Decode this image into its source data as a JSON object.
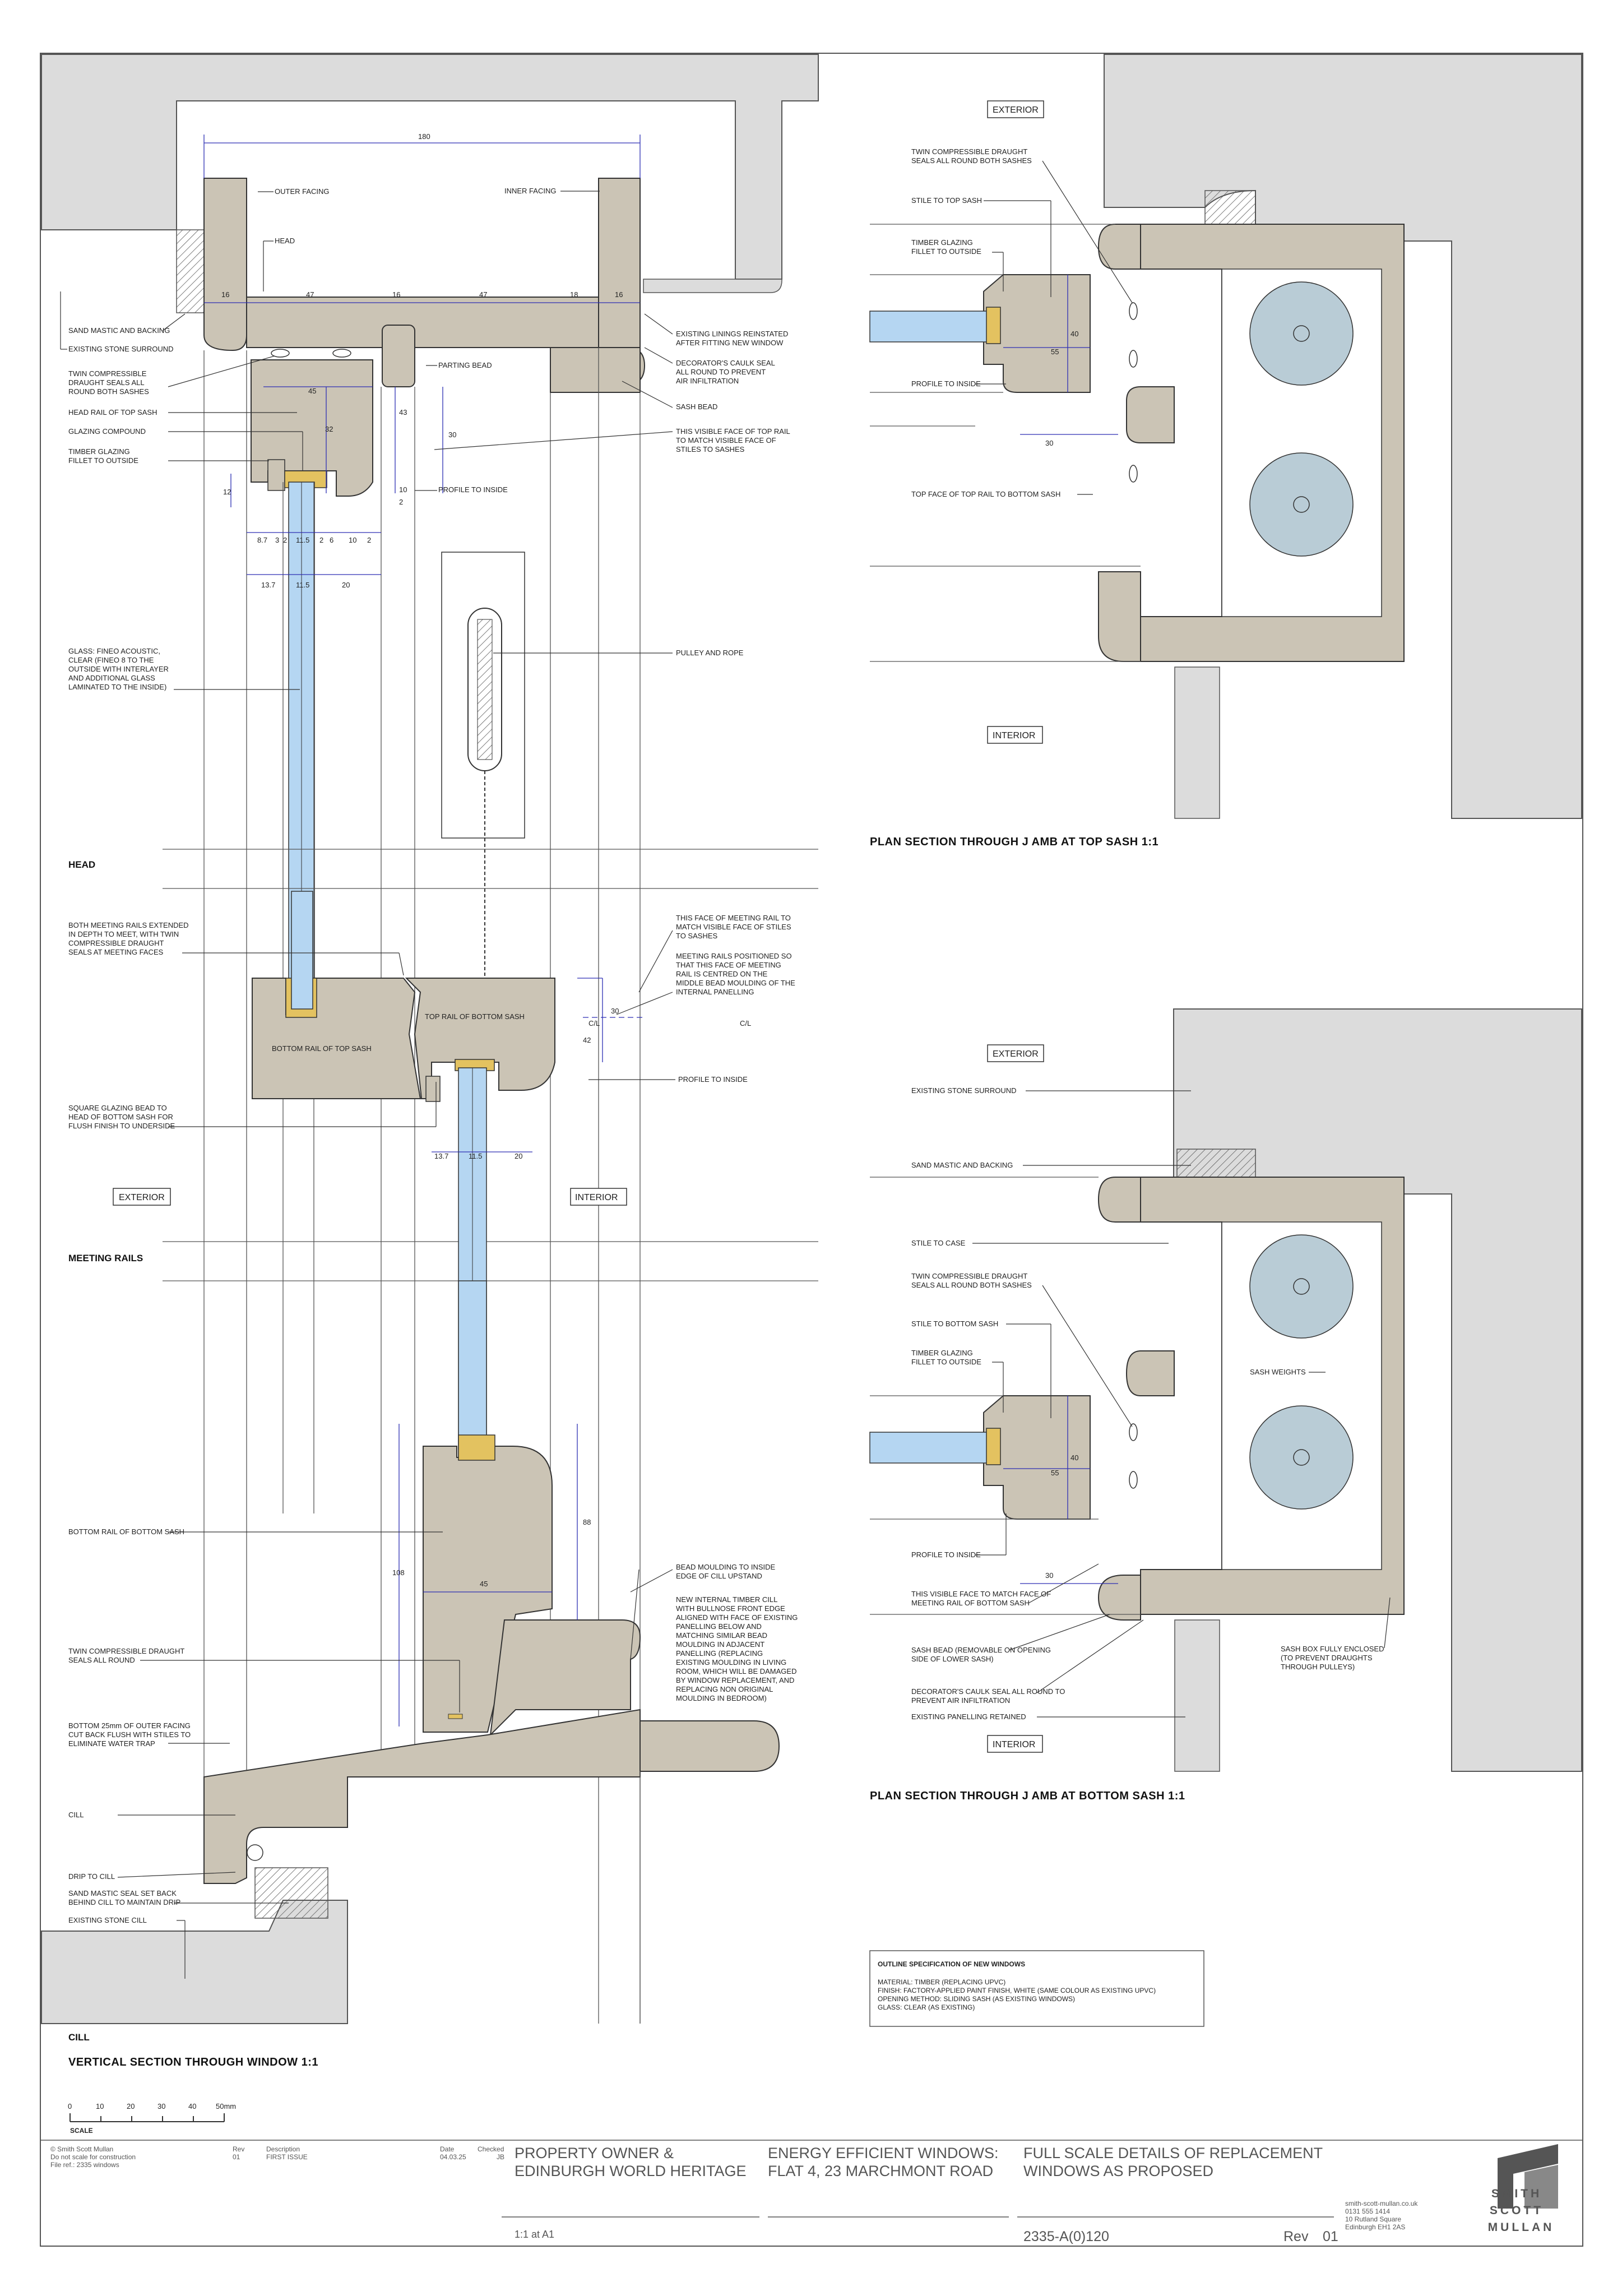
{
  "sections": {
    "vertical_title": "VERTICAL SECTION THROUGH WINDOW  1:1",
    "plan_top_title": "PLAN SECTION THROUGH J AMB AT TOP SASH  1:1",
    "plan_bottom_title": "PLAN SECTION THROUGH J AMB AT BOTTOM SASH  1:1",
    "head": "HEAD",
    "meeting_rails": "MEETING RAILS",
    "cill": "CILL"
  },
  "zone_labels": {
    "exterior": "EXTERIOR",
    "interior": "INTERIOR"
  },
  "vertical_labels": {
    "outer_facing": "OUTER FACING",
    "inner_facing": "INNER FACING",
    "head_member": "HEAD",
    "sand_mastic_backing": "SAND MASTIC AND BACKING",
    "existing_stone_surround": "EXISTING STONE SURROUND",
    "existing_linings": "EXISTING LININGS REINSTATED",
    "existing_linings_2": "AFTER FITTING NEW WINDOW",
    "decorators_caulk_1": "DECORATOR'S CAULK SEAL",
    "decorators_caulk_2": "ALL ROUND TO PREVENT",
    "decorators_caulk_3": "AIR INFILTRATION",
    "twin_seals_1": "TWIN COMPRESSIBLE",
    "twin_seals_2": "DRAUGHT SEALS ALL",
    "twin_seals_3": "ROUND BOTH SASHES",
    "parting_bead": "PARTING BEAD",
    "sash_bead": "SASH BEAD",
    "head_rail_top_sash": "HEAD RAIL OF TOP SASH",
    "glazing_compound": "GLAZING COMPOUND",
    "timber_fillet_1": "TIMBER GLAZING",
    "timber_fillet_2": "FILLET TO OUTSIDE",
    "visible_face_1": "THIS VISIBLE FACE OF TOP RAIL",
    "visible_face_2": "TO MATCH VISIBLE FACE OF",
    "visible_face_3": "STILES TO SASHES",
    "profile_to_inside": "PROFILE TO INSIDE",
    "glass_1": "GLASS: FINEO ACOUSTIC,",
    "glass_2": "CLEAR (FINEO 8 TO THE",
    "glass_3": "OUTSIDE WITH INTERLAYER",
    "glass_4": "AND ADDITIONAL GLASS",
    "glass_5": "LAMINATED TO THE INSIDE)",
    "pulley_rope": "PULLEY AND ROPE",
    "meeting_ext_1": "BOTH MEETING RAILS EXTENDED",
    "meeting_ext_2": "IN DEPTH TO MEET, WITH TWIN",
    "meeting_ext_3": "COMPRESSIBLE DRAUGHT",
    "meeting_ext_4": "SEALS AT MEETING FACES",
    "meeting_face_1": "THIS FACE OF MEETING RAIL TO",
    "meeting_face_2": "MATCH VISIBLE FACE OF STILES",
    "meeting_face_3": "TO SASHES",
    "meeting_pos_1": "MEETING RAILS POSITIONED SO",
    "meeting_pos_2": "THAT THIS FACE OF MEETING",
    "meeting_pos_3": "RAIL IS CENTRED ON THE",
    "meeting_pos_4": "MIDDLE BEAD MOULDING OF THE",
    "meeting_pos_5": "INTERNAL PANELLING",
    "top_rail_bottom_sash": "TOP RAIL OF BOTTOM SASH",
    "bottom_rail_top_sash": "BOTTOM RAIL OF TOP SASH",
    "square_bead_1": "SQUARE GLAZING BEAD TO",
    "square_bead_2": "HEAD OF BOTTOM SASH FOR",
    "square_bead_3": "FLUSH FINISH TO UNDERSIDE",
    "bottom_rail_bottom_sash": "BOTTOM RAIL OF BOTTOM SASH",
    "bead_moulding_1": "BEAD MOULDING TO INSIDE",
    "bead_moulding_2": "EDGE OF CILL UPSTAND",
    "new_cill_1": "NEW INTERNAL TIMBER CILL",
    "new_cill_2": "WITH BULLNOSE FRONT EDGE",
    "new_cill_3": "ALIGNED WITH FACE OF EXISTING",
    "new_cill_4": "PANELLING BELOW AND",
    "new_cill_5": "MATCHING SIMILAR BEAD",
    "new_cill_6": "MOULDING IN ADJACENT",
    "new_cill_7": "PANELLING (REPLACING",
    "new_cill_8": "EXISTING MOULDING IN LIVING",
    "new_cill_9": "ROOM, WHICH WILL BE DAMAGED",
    "new_cill_10": "BY WINDOW REPLACEMENT, AND",
    "new_cill_11": "REPLACING NON ORIGINAL",
    "new_cill_12": "MOULDING IN BEDROOM)",
    "twin_round_1": "TWIN COMPRESSIBLE DRAUGHT",
    "twin_round_2": "SEALS ALL ROUND",
    "bottom_25_1": "BOTTOM 25mm OF OUTER FACING",
    "bottom_25_2": "CUT BACK FLUSH WITH STILES TO",
    "bottom_25_3": "ELIMINATE WATER TRAP",
    "cill_member": "CILL",
    "drip": "DRIP TO CILL",
    "sand_cill_1": "SAND MASTIC SEAL SET BACK",
    "sand_cill_2": "BEHIND CILL TO MAINTAIN DRIP",
    "stone_cill": "EXISTING STONE CILL"
  },
  "vertical_dims": {
    "d180": "180",
    "d16a": "16",
    "d47a": "47",
    "d16b": "16",
    "d47b": "47",
    "d18": "18",
    "d16c": "16",
    "d45": "45",
    "d32": "32",
    "d43": "43",
    "d30": "30",
    "d10": "10",
    "d12": "12",
    "d2": "2",
    "d87": "8.7",
    "d3": "3",
    "d2b": "2",
    "d115": "11.5",
    "d2c": "2",
    "d6": "6",
    "d10b": "10",
    "d2d": "2",
    "d137": "13.7",
    "d115b": "11.5",
    "d20": "20",
    "d30m": "30",
    "d42": "42",
    "cl": "C/L",
    "cl2": "C/L",
    "d137b": "13.7",
    "d115c": "11.5",
    "d20b": "20",
    "d88": "88",
    "d108": "108",
    "d45b": "45"
  },
  "plan_top_labels": {
    "twin_1": "TWIN COMPRESSIBLE DRAUGHT",
    "twin_2": "SEALS ALL ROUND BOTH SASHES",
    "stile_top": "STILE TO TOP SASH",
    "fillet_1": "TIMBER GLAZING",
    "fillet_2": "FILLET TO OUTSIDE",
    "profile": "PROFILE TO INSIDE",
    "top_face": "TOP FACE OF TOP RAIL TO BOTTOM SASH",
    "d55": "55",
    "d40": "40",
    "d30": "30"
  },
  "plan_bottom_labels": {
    "stone_surround": "EXISTING STONE SURROUND",
    "sand_mastic": "SAND MASTIC AND BACKING",
    "stile_case": "STILE TO CASE",
    "twin_1": "TWIN COMPRESSIBLE DRAUGHT",
    "twin_2": "SEALS ALL ROUND BOTH SASHES",
    "stile_bottom": "STILE TO BOTTOM SASH",
    "fillet_1": "TIMBER GLAZING",
    "fillet_2": "FILLET TO OUTSIDE",
    "sash_weights": "SASH WEIGHTS",
    "profile": "PROFILE TO INSIDE",
    "visible_1": "THIS VISIBLE FACE TO MATCH FACE OF",
    "visible_2": "MEETING RAIL OF BOTTOM SASH",
    "sash_bead_1": "SASH BEAD (REMOVABLE ON OPENING",
    "sash_bead_2": "SIDE OF LOWER SASH)",
    "caulk_1": "DECORATOR'S CAULK SEAL ALL ROUND TO",
    "caulk_2": "PREVENT AIR INFILTRATION",
    "panelling": "EXISTING PANELLING RETAINED",
    "box_1": "SASH BOX FULLY ENCLOSED",
    "box_2": "(TO PREVENT DRAUGHTS",
    "box_3": "THROUGH PULLEYS)",
    "d55": "55",
    "d40": "40",
    "d30": "30"
  },
  "spec": {
    "title": "OUTLINE SPECIFICATION OF NEW WINDOWS",
    "l1": "MATERIAL: TIMBER (REPLACING UPVC)",
    "l2": "FINISH: FACTORY-APPLIED PAINT FINISH, WHITE (SAME COLOUR AS EXISTING UPVC)",
    "l3": "OPENING METHOD: SLIDING SASH (AS EXISTING WINDOWS)",
    "l4": "GLASS: CLEAR (AS EXISTING)"
  },
  "scale": {
    "ticks": [
      "0",
      "10",
      "20",
      "30",
      "40",
      "50mm"
    ],
    "label": "SCALE"
  },
  "title_block": {
    "copyright": "© Smith Scott Mullan",
    "no_scale": "Do not scale for construction",
    "file_ref": "File ref.: 2335 windows",
    "rev_h": "Rev",
    "rev_v": "01",
    "desc_h": "Description",
    "desc_v": "FIRST ISSUE",
    "date_h": "Date",
    "date_v": "04.03.25",
    "checked_h": "Checked",
    "checked_v": "JB",
    "client_1": "PROPERTY OWNER &",
    "client_2": "EDINBURGH WORLD HERITAGE",
    "project_1": "ENERGY EFFICIENT WINDOWS:",
    "project_2": "FLAT 4, 23 MARCHMONT ROAD",
    "drawing_1": "FULL SCALE DETAILS OF REPLACEMENT",
    "drawing_2": "WINDOWS AS PROPOSED",
    "scale_val": "1:1 at A1",
    "number": "2335-A(0)120",
    "rev_label": "Rev",
    "rev_num": "01",
    "web": "smith-scott-mullan.co.uk",
    "phone": "0131 555 1414",
    "addr1": "10 Rutland Square",
    "addr2": "Edinburgh EH1 2AS",
    "logo_1": "SMITH",
    "logo_2": "SCOTT",
    "logo_3": "MULLAN"
  },
  "colors": {
    "timber": "#cbc4b5",
    "masonry": "#dcdcdc",
    "glass": "#b5d6f2",
    "weight": "#b9ccd6",
    "seal": "#e3c260",
    "dimension": "#2d2fb4"
  }
}
